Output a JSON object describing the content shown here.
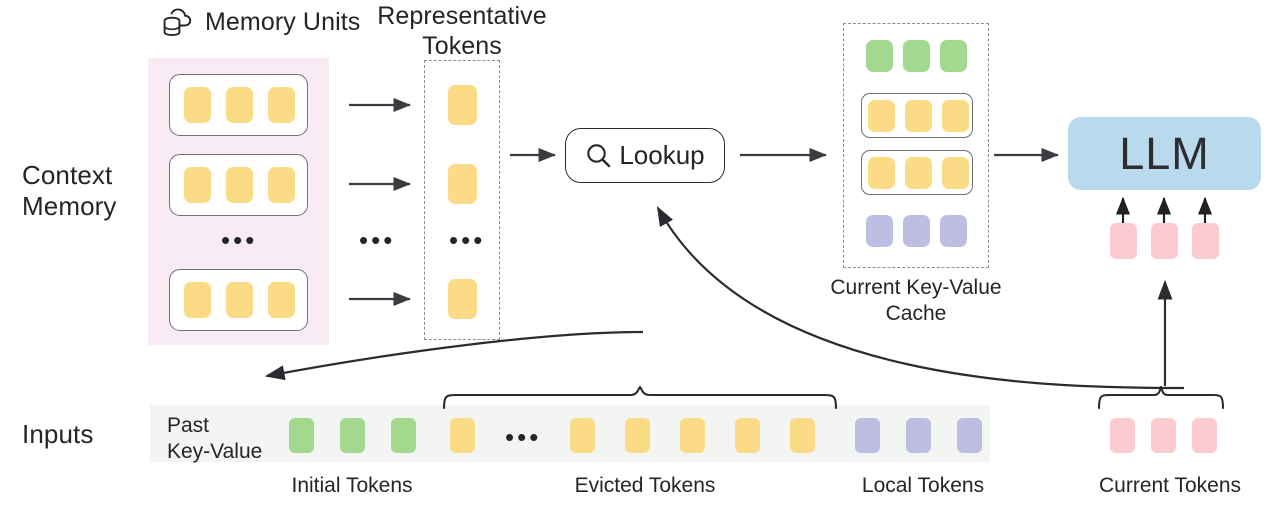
{
  "diagram": {
    "title": "Context memory LLM inference with representative-token lookup",
    "row_labels": {
      "context_memory": "Context\nMemory",
      "context_memory_line1": "Context",
      "context_memory_line2": "Memory",
      "inputs": "Inputs"
    },
    "headers": {
      "memory_units": "Memory Units",
      "representative_tokens_line1": "Representative",
      "representative_tokens_line2": "Tokens",
      "kv_cache_line1": "Current Key-Value",
      "kv_cache_line2": "Cache"
    },
    "lookup": {
      "label": "Lookup",
      "icon": "magnifier-icon"
    },
    "llm": {
      "label": "LLM"
    },
    "inputs_strip": {
      "past_kv_line1": "Past",
      "past_kv_line2": "Key-Value"
    },
    "bottom_labels": [
      {
        "id": "initial-tokens",
        "text": "Initial Tokens"
      },
      {
        "id": "evicted-tokens",
        "text": "Evicted Tokens"
      },
      {
        "id": "local-tokens",
        "text": "Local Tokens"
      },
      {
        "id": "current-tokens",
        "text": "Current Tokens"
      }
    ],
    "ellipsis": "•••",
    "memory_units_rows": [
      {
        "tokens": [
          "yellow",
          "yellow",
          "yellow"
        ]
      },
      {
        "tokens": [
          "yellow",
          "yellow",
          "yellow"
        ]
      },
      {
        "tokens": [
          "yellow",
          "yellow",
          "yellow"
        ]
      }
    ],
    "representative_tokens": [
      "yellow",
      "yellow",
      "yellow"
    ],
    "kv_cache_rows": [
      {
        "boxed": false,
        "color": "green"
      },
      {
        "boxed": true,
        "color": "yellow"
      },
      {
        "boxed": true,
        "color": "yellow"
      },
      {
        "boxed": false,
        "color": "purple"
      }
    ],
    "current_tokens_top": [
      "pink",
      "pink",
      "pink"
    ],
    "input_tokens": [
      "green",
      "green",
      "green",
      "yellow",
      "ellipsis",
      "yellow",
      "yellow",
      "yellow",
      "yellow",
      "yellow",
      "purple",
      "purple",
      "purple"
    ],
    "current_tokens_bottom": [
      "pink",
      "pink",
      "pink"
    ],
    "colors": {
      "yellow": "#FCDB86",
      "green": "#A3D88F",
      "purple": "#BDBEE2",
      "pink": "#FBCBD0",
      "llm_blue": "#B8DAEC",
      "context_panel": "#F9EBF3",
      "inputs_strip": "#F2F5F2",
      "stroke": "#2a2c30",
      "dashed_stroke": "#8a8c90",
      "text": "#232529"
    }
  }
}
